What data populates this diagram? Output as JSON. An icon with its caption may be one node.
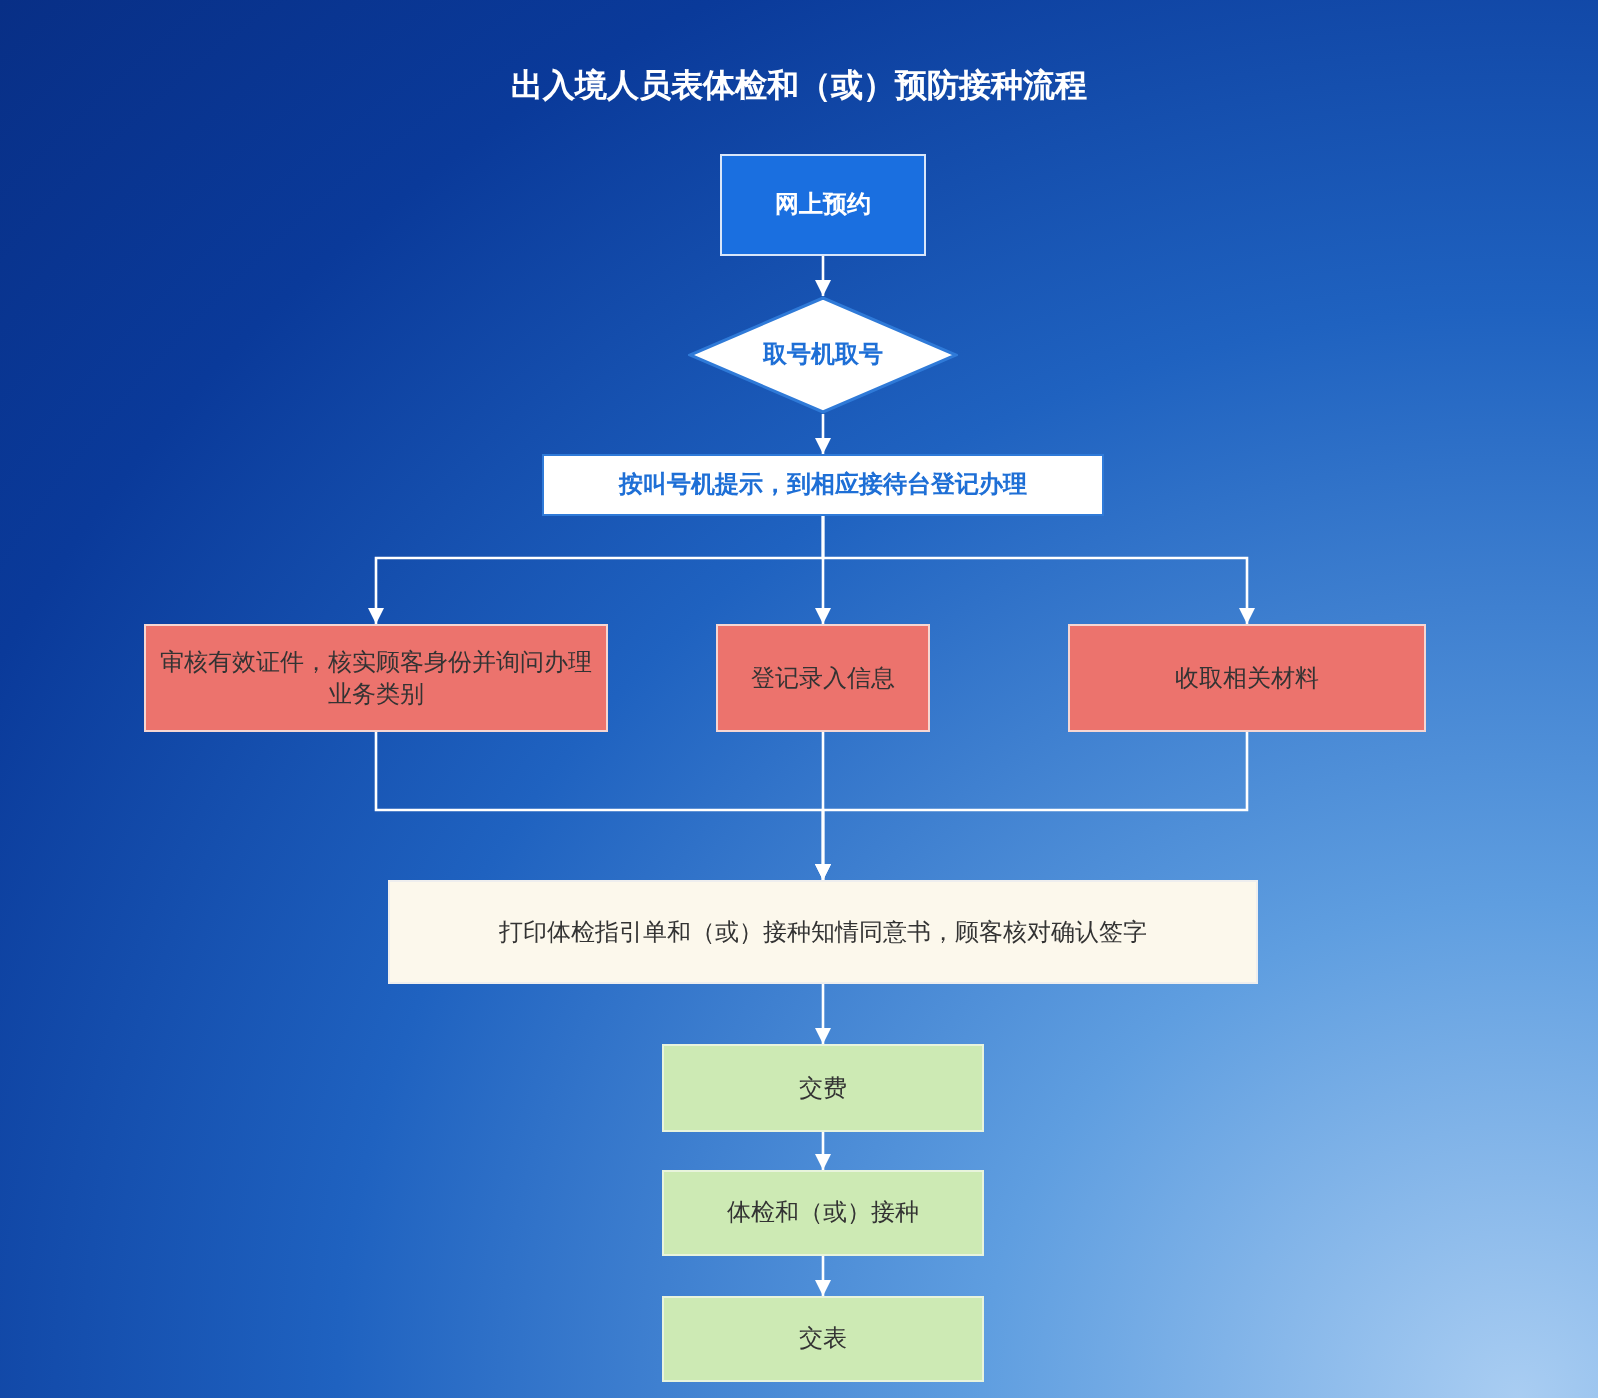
{
  "diagram": {
    "title": "出入境人员表体检和（或）预防接种流程",
    "nodes": [
      {
        "text": [
          "网上预约"
        ]
      },
      {
        "text": [
          "取号机取号"
        ]
      },
      {
        "text": [
          "按叫号机提示，到相应接待台登记办理"
        ]
      },
      {
        "text": [
          "审核有效证件，核实顾客身份并询问办理业务类别"
        ]
      },
      {
        "text": [
          "登记录入信息"
        ]
      },
      {
        "text": [
          "收取相关材料"
        ]
      },
      {
        "text": [
          "打印体检指引单和（或）接种知情同意书，顾客核对确认签字"
        ]
      },
      {
        "text": [
          "交费"
        ]
      },
      {
        "text": [
          "体检和（或）接种"
        ]
      },
      {
        "text": [
          "交表"
        ]
      }
    ],
    "edges": [
      {
        "from": 0,
        "to": 1,
        "arrow": "to"
      },
      {
        "from": 1,
        "to": 2,
        "arrow": "to"
      },
      {
        "from": 2,
        "to": 3,
        "arrow": "to"
      },
      {
        "from": 2,
        "to": 4,
        "arrow": "to"
      },
      {
        "from": 2,
        "to": 5,
        "arrow": "to"
      },
      {
        "from": 3,
        "to": 6,
        "arrow": "to"
      },
      {
        "from": 4,
        "to": 6,
        "arrow": "to"
      },
      {
        "from": 5,
        "to": 6,
        "arrow": "to"
      },
      {
        "from": 6,
        "to": 7,
        "arrow": "to"
      },
      {
        "from": 7,
        "to": 8,
        "arrow": "to"
      },
      {
        "from": 8,
        "to": 9,
        "arrow": "to"
      }
    ]
  }
}
